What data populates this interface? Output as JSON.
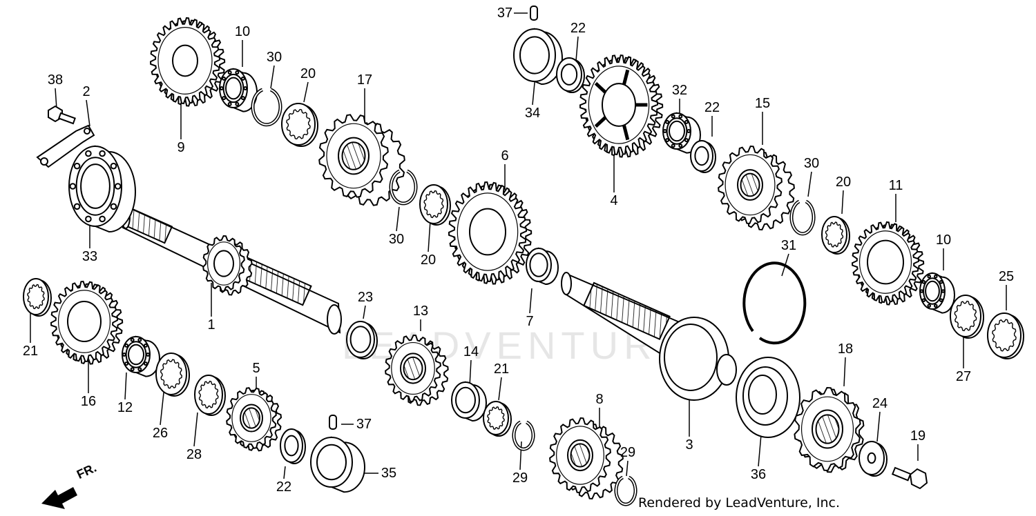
{
  "diagram": {
    "labels": [
      {
        "key": "l38",
        "text": "38"
      },
      {
        "key": "l2",
        "text": "2"
      },
      {
        "key": "l33",
        "text": "33"
      },
      {
        "key": "l9",
        "text": "9"
      },
      {
        "key": "l10a",
        "text": "10"
      },
      {
        "key": "l30a",
        "text": "30"
      },
      {
        "key": "l20a",
        "text": "20"
      },
      {
        "key": "l17",
        "text": "17"
      },
      {
        "key": "l30b",
        "text": "30"
      },
      {
        "key": "l20b",
        "text": "20"
      },
      {
        "key": "l6",
        "text": "6"
      },
      {
        "key": "l7",
        "text": "7"
      },
      {
        "key": "l1",
        "text": "1"
      },
      {
        "key": "l23",
        "text": "23"
      },
      {
        "key": "l21a",
        "text": "21"
      },
      {
        "key": "l16",
        "text": "16"
      },
      {
        "key": "l12",
        "text": "12"
      },
      {
        "key": "l26",
        "text": "26"
      },
      {
        "key": "l28",
        "text": "28"
      },
      {
        "key": "l5",
        "text": "5"
      },
      {
        "key": "l22a",
        "text": "22"
      },
      {
        "key": "l37a",
        "text": "37"
      },
      {
        "key": "l35",
        "text": "35"
      },
      {
        "key": "l13",
        "text": "13"
      },
      {
        "key": "l14",
        "text": "14"
      },
      {
        "key": "l21b",
        "text": "21"
      },
      {
        "key": "l29a",
        "text": "29"
      },
      {
        "key": "l8",
        "text": "8"
      },
      {
        "key": "l29b",
        "text": "29"
      },
      {
        "key": "l37b",
        "text": "37"
      },
      {
        "key": "l22b",
        "text": "22"
      },
      {
        "key": "l34",
        "text": "34"
      },
      {
        "key": "l4",
        "text": "4"
      },
      {
        "key": "l32",
        "text": "32"
      },
      {
        "key": "l22c",
        "text": "22"
      },
      {
        "key": "l15",
        "text": "15"
      },
      {
        "key": "l30c",
        "text": "30"
      },
      {
        "key": "l20c",
        "text": "20"
      },
      {
        "key": "l11",
        "text": "11"
      },
      {
        "key": "l10b",
        "text": "10"
      },
      {
        "key": "l25",
        "text": "25"
      },
      {
        "key": "l27",
        "text": "27"
      },
      {
        "key": "l31",
        "text": "31"
      },
      {
        "key": "l3",
        "text": "3"
      },
      {
        "key": "l36",
        "text": "36"
      },
      {
        "key": "l18",
        "text": "18"
      },
      {
        "key": "l24",
        "text": "24"
      },
      {
        "key": "l19",
        "text": "19"
      }
    ],
    "direction_label": "FR.",
    "watermark": "LEADVENTURE",
    "credit": "Rendered by LeadVenture, Inc."
  }
}
